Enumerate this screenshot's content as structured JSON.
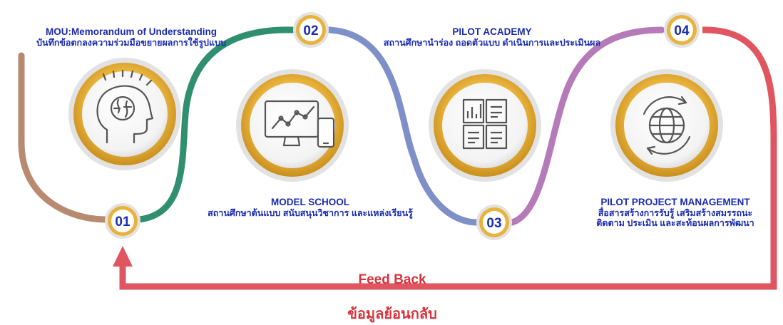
{
  "steps": [
    {
      "number": "01",
      "title": "MOU:Memorandum of Understanding",
      "subtitle": "บันทึกข้อตกลงความร่วมมือขยายผลการใช้รูปแบบ",
      "icon": "brain-head-icon"
    },
    {
      "number": "02",
      "title": "MODEL SCHOOL",
      "subtitle": "สถานศึกษาต้นแบบ สนับสนุนวิชาการ และแหล่งเรียนรู้",
      "icon": "monitor-chart-icon"
    },
    {
      "number": "03",
      "title": "PILOT ACADEMY",
      "subtitle": "สถานศึกษานำร่อง ถอดตัวแบบ ดำเนินการและประเมินผล",
      "icon": "puzzle-dashboard-icon"
    },
    {
      "number": "04",
      "title": "PILOT PROJECT MANAGEMENT",
      "subtitle_line1": "สื่อสารสร้างการรับรู้ เสริมสร้างสมรรถนะ",
      "subtitle_line2": "ติดตาม ประเมิน และสะท้อนผลการพัฒนา",
      "icon": "globe-cycle-icon"
    }
  ],
  "feedback": {
    "label": "Feed Back",
    "thai": "ข้อมูลย้อนกลับ"
  },
  "colors": {
    "path1": "#b88a72",
    "path2": "#2f8f6e",
    "path3": "#7f8fc8",
    "path4": "#b57ab8",
    "feedback": "#e05560",
    "gold": "#e8b33c",
    "text": "#1a2bb0",
    "feedback_text": "#d8323a"
  }
}
